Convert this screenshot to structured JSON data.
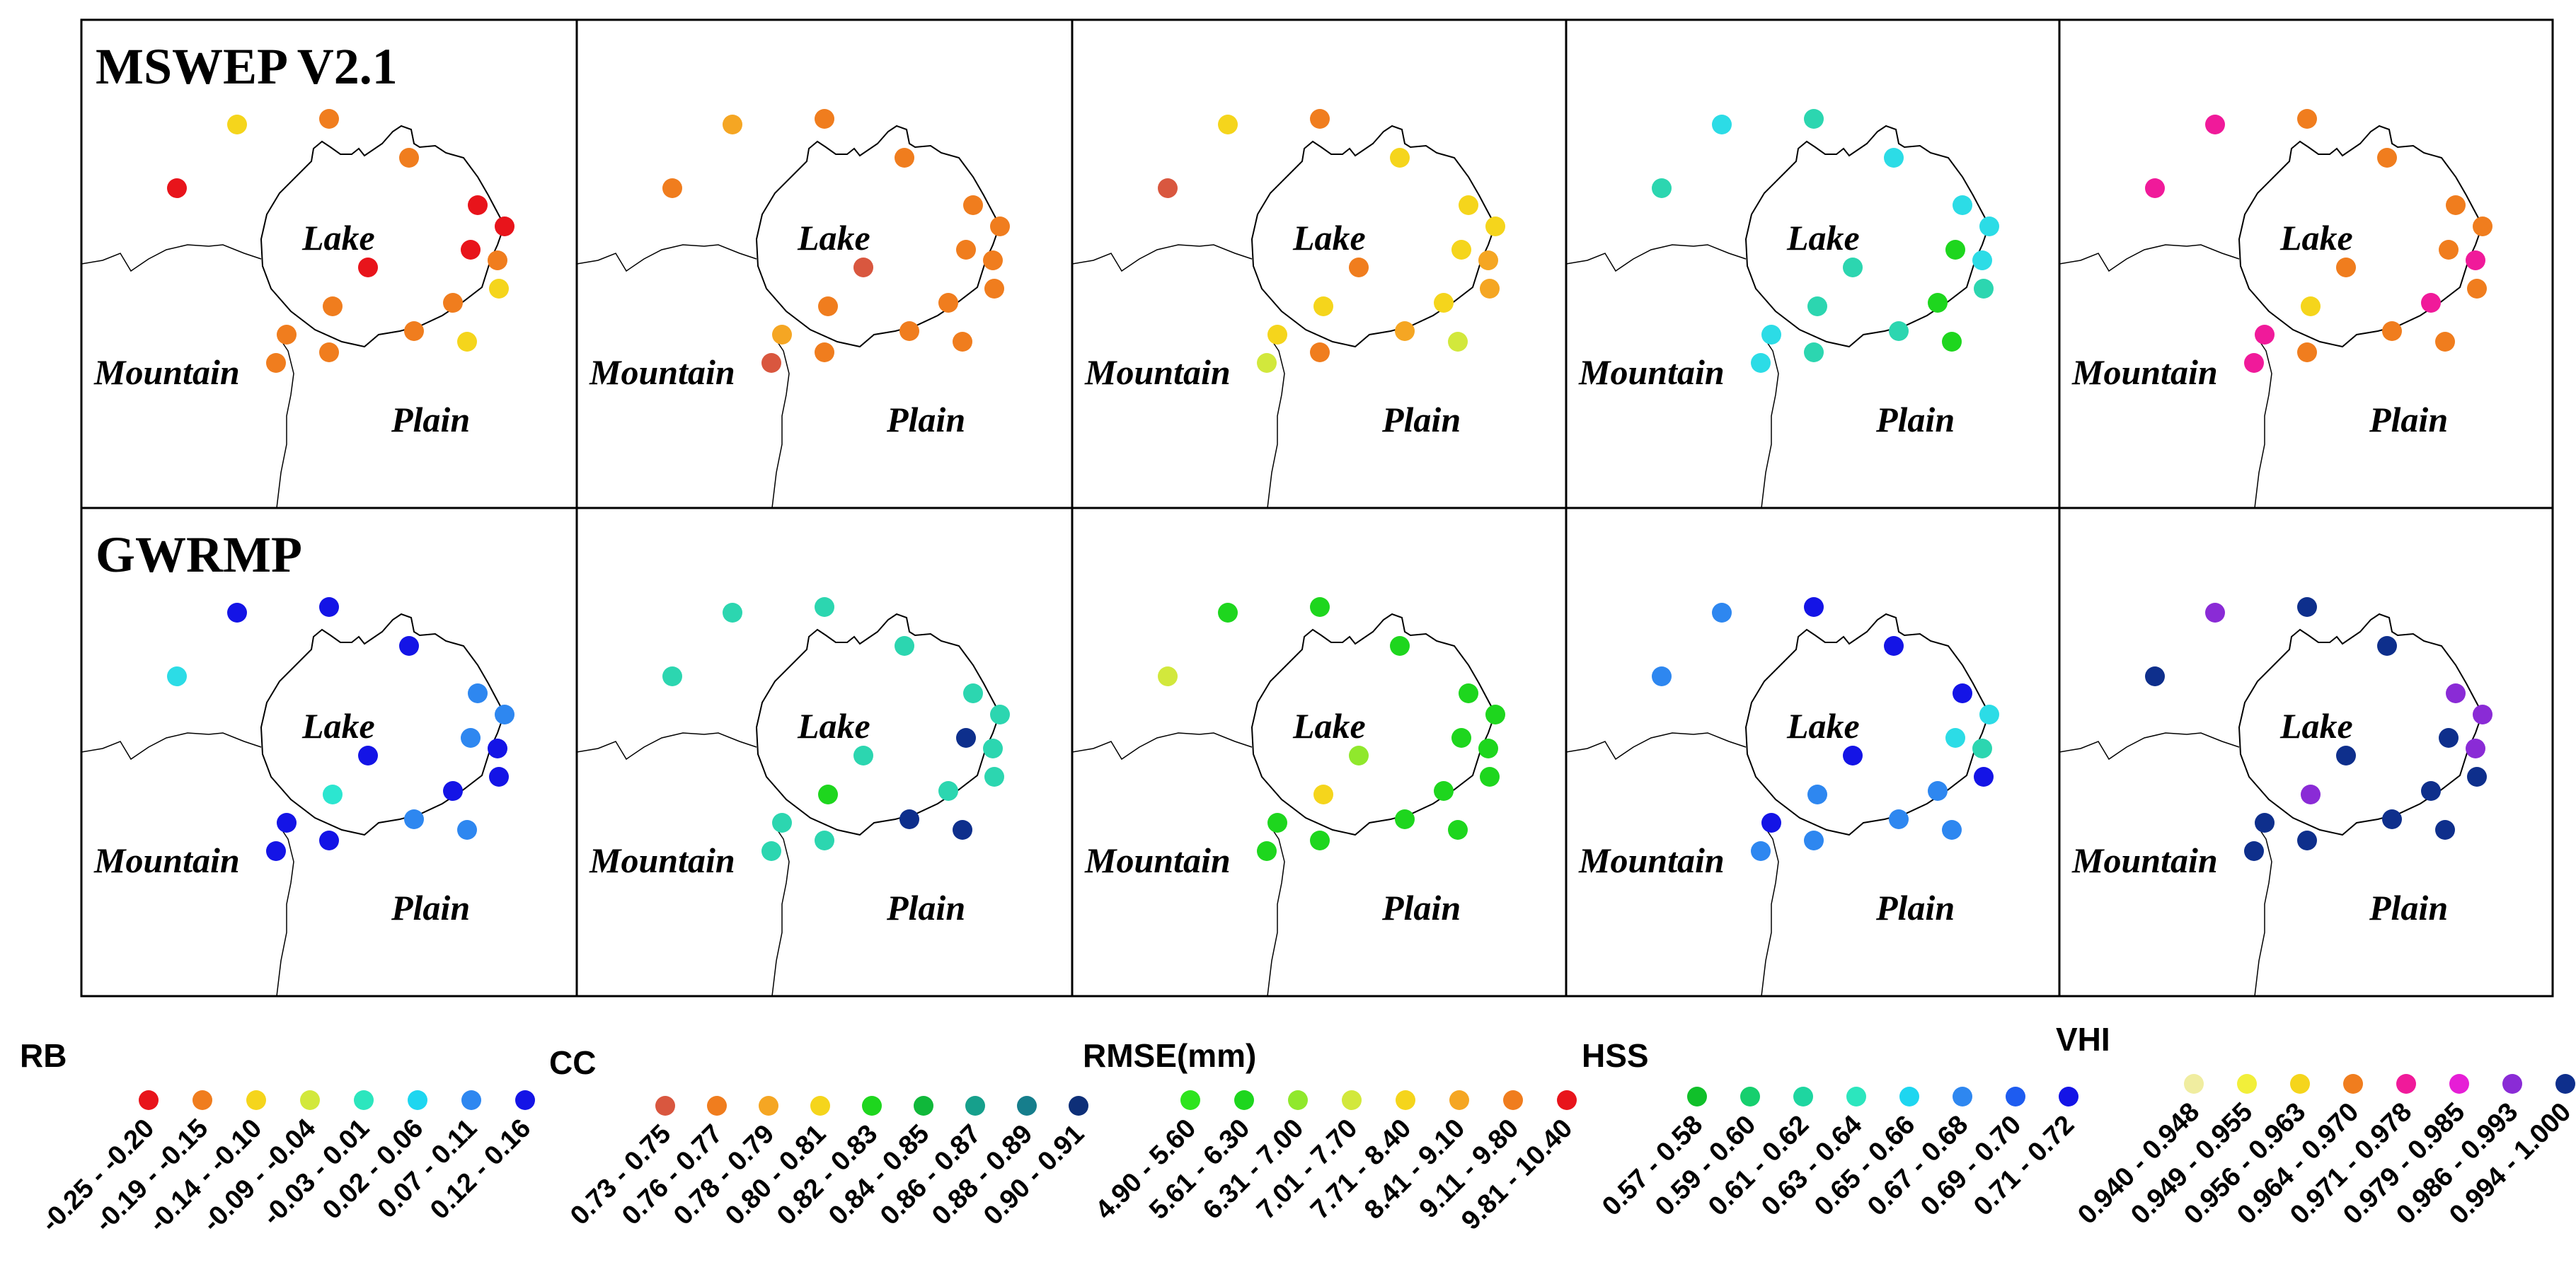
{
  "rows": [
    {
      "label": "MSWEP V2.1",
      "panels": [
        {
          "metric": "RB",
          "stations": [
            "yellow",
            "orange",
            "red",
            "orange",
            "red",
            "red",
            "red",
            "orange",
            "orange",
            "red",
            "orange",
            "yellow",
            "orange",
            "yellow",
            "orange",
            "orange",
            "orange"
          ]
        },
        {
          "metric": "CC",
          "stations": [
            "lightorange",
            "orange",
            "orange",
            "orange",
            "orange",
            "orange",
            "orange",
            "orange",
            "orange",
            "orangered",
            "orange",
            "orange",
            "orange",
            "orange",
            "lightorange",
            "orangered",
            "orange"
          ]
        },
        {
          "metric": "RMSE(mm)",
          "stations": [
            "yellow",
            "orange",
            "orangered",
            "yellow",
            "yellow",
            "yellow",
            "yellow",
            "yellow",
            "yellow",
            "orange",
            "lightorange",
            "yellowgreen",
            "lightorange",
            "lightorange",
            "yellow",
            "yellowgreen",
            "orange"
          ]
        },
        {
          "metric": "HSS",
          "stations": [
            "cyan",
            "teal",
            "teal",
            "cyan",
            "cyan",
            "cyan",
            "green",
            "green",
            "teal",
            "teal",
            "teal",
            "green",
            "cyan",
            "teal",
            "cyan",
            "cyan",
            "teal"
          ]
        },
        {
          "metric": "VHI",
          "stations": [
            "magenta",
            "orange",
            "magenta",
            "orange",
            "orange",
            "orange",
            "orange",
            "magenta",
            "yellow",
            "orange",
            "orange",
            "orange",
            "magenta",
            "orange",
            "magenta",
            "magenta",
            "orange"
          ]
        }
      ]
    },
    {
      "label": "GWRMP",
      "panels": [
        {
          "metric": "RB",
          "stations": [
            "blue",
            "blue",
            "cyan",
            "blue",
            "azure",
            "azure",
            "azure",
            "blue",
            "cyanteal",
            "blue",
            "azure",
            "azure",
            "blue",
            "blue",
            "blue",
            "blue",
            "blue"
          ]
        },
        {
          "metric": "CC",
          "stations": [
            "teal",
            "teal",
            "teal",
            "teal",
            "teal",
            "teal",
            "navy",
            "teal",
            "green",
            "teal",
            "navy",
            "navy",
            "teal",
            "teal",
            "teal",
            "teal",
            "teal"
          ]
        },
        {
          "metric": "RMSE(mm)",
          "stations": [
            "green",
            "green",
            "yellowgreen",
            "green",
            "green",
            "green",
            "green",
            "green",
            "yellow",
            "lime",
            "green",
            "green",
            "green",
            "green",
            "green",
            "green",
            "green"
          ]
        },
        {
          "metric": "HSS",
          "stations": [
            "azure",
            "blue",
            "azure",
            "blue",
            "blue",
            "cyan",
            "cyan",
            "azure",
            "azure",
            "blue",
            "azure",
            "azure",
            "teal",
            "blue",
            "blue",
            "azure",
            "azure"
          ]
        },
        {
          "metric": "VHI",
          "stations": [
            "purple",
            "navy",
            "navy",
            "navy",
            "purple",
            "purple",
            "navy",
            "navy",
            "purple",
            "navy",
            "navy",
            "navy",
            "purple",
            "navy",
            "navy",
            "navy",
            "navy"
          ]
        }
      ]
    }
  ],
  "place_labels": {
    "lake": "Lake",
    "mountain": "Mountain",
    "plain": "Plain"
  },
  "legends": [
    {
      "title": "RB",
      "colors": [
        "#E8141B",
        "#F07D1E",
        "#F5D51C",
        "#D2E83C",
        "#2CE6BE",
        "#1ED6F0",
        "#2E87F0",
        "#1414E6"
      ],
      "labels": [
        "-0.25 - -0.20",
        "-0.19 - -0.15",
        "-0.14 - -0.10",
        "-0.09 - -0.04",
        "-0.03 - 0.01",
        "0.02 - 0.06",
        "0.07 - 0.11",
        "0.12 - 0.16"
      ]
    },
    {
      "title": "CC",
      "colors": [
        "#D9573F",
        "#F07D1E",
        "#F5A623",
        "#F5D51C",
        "#1ED61E",
        "#10B83A",
        "#16A08C",
        "#167E8C",
        "#0E2F78"
      ],
      "labels": [
        "0.73 - 0.75",
        "0.76 - 0.77",
        "0.78 - 0.79",
        "0.80 - 0.81",
        "0.82 - 0.83",
        "0.84 - 0.85",
        "0.86 - 0.87",
        "0.88 - 0.89",
        "0.90 - 0.91"
      ]
    },
    {
      "title": "RMSE(mm)",
      "colors": [
        "#2EE41E",
        "#1ED61E",
        "#90E82C",
        "#D2E83C",
        "#F5D51C",
        "#F5A623",
        "#F07D1E",
        "#E8141B"
      ],
      "labels": [
        "4.90 - 5.60",
        "5.61 - 6.30",
        "6.31 - 7.00",
        "7.01 - 7.70",
        "7.71 - 8.40",
        "8.41 - 9.10",
        "9.11 - 9.80",
        "9.81 - 10.40"
      ]
    },
    {
      "title": "HSS",
      "colors": [
        "#10C02A",
        "#16CF6E",
        "#1ED6A0",
        "#2CE6BE",
        "#1ED6F0",
        "#2E87F0",
        "#1E5CF0",
        "#1414E6"
      ],
      "labels": [
        "0.57 - 0.58",
        "0.59 - 0.60",
        "0.61 - 0.62",
        "0.63 - 0.64",
        "0.65 - 0.66",
        "0.67 - 0.68",
        "0.69 - 0.70",
        "0.71 - 0.72"
      ]
    },
    {
      "title": "VHI",
      "colors": [
        "#F0EDA0",
        "#F2EF3A",
        "#F5D51C",
        "#F07D1E",
        "#F01A9A",
        "#E61ED6",
        "#8A2BD6",
        "#0E2F8C"
      ],
      "labels": [
        "0.940 - 0.948",
        "0.949 - 0.955",
        "0.956 - 0.963",
        "0.964 - 0.970",
        "0.971 - 0.978",
        "0.979 - 0.985",
        "0.986 - 0.993",
        "0.994 - 1.000"
      ]
    }
  ],
  "colors": {
    "red": "#E8141B",
    "orangered": "#D9573F",
    "orange": "#F07D1E",
    "lightorange": "#F5A623",
    "yellow": "#F5D51C",
    "yellowgreen": "#D2E83C",
    "lime": "#90E82C",
    "green": "#1ED61E",
    "teal": "#2CD6B0",
    "cyanteal": "#2CE6D0",
    "cyan": "#2CDCE6",
    "azure": "#2E87F0",
    "blue": "#1414E6",
    "navy": "#0E2F8C",
    "purple": "#8A2BD6",
    "magenta": "#F01A9A",
    "tealdark": "#167E8C"
  }
}
